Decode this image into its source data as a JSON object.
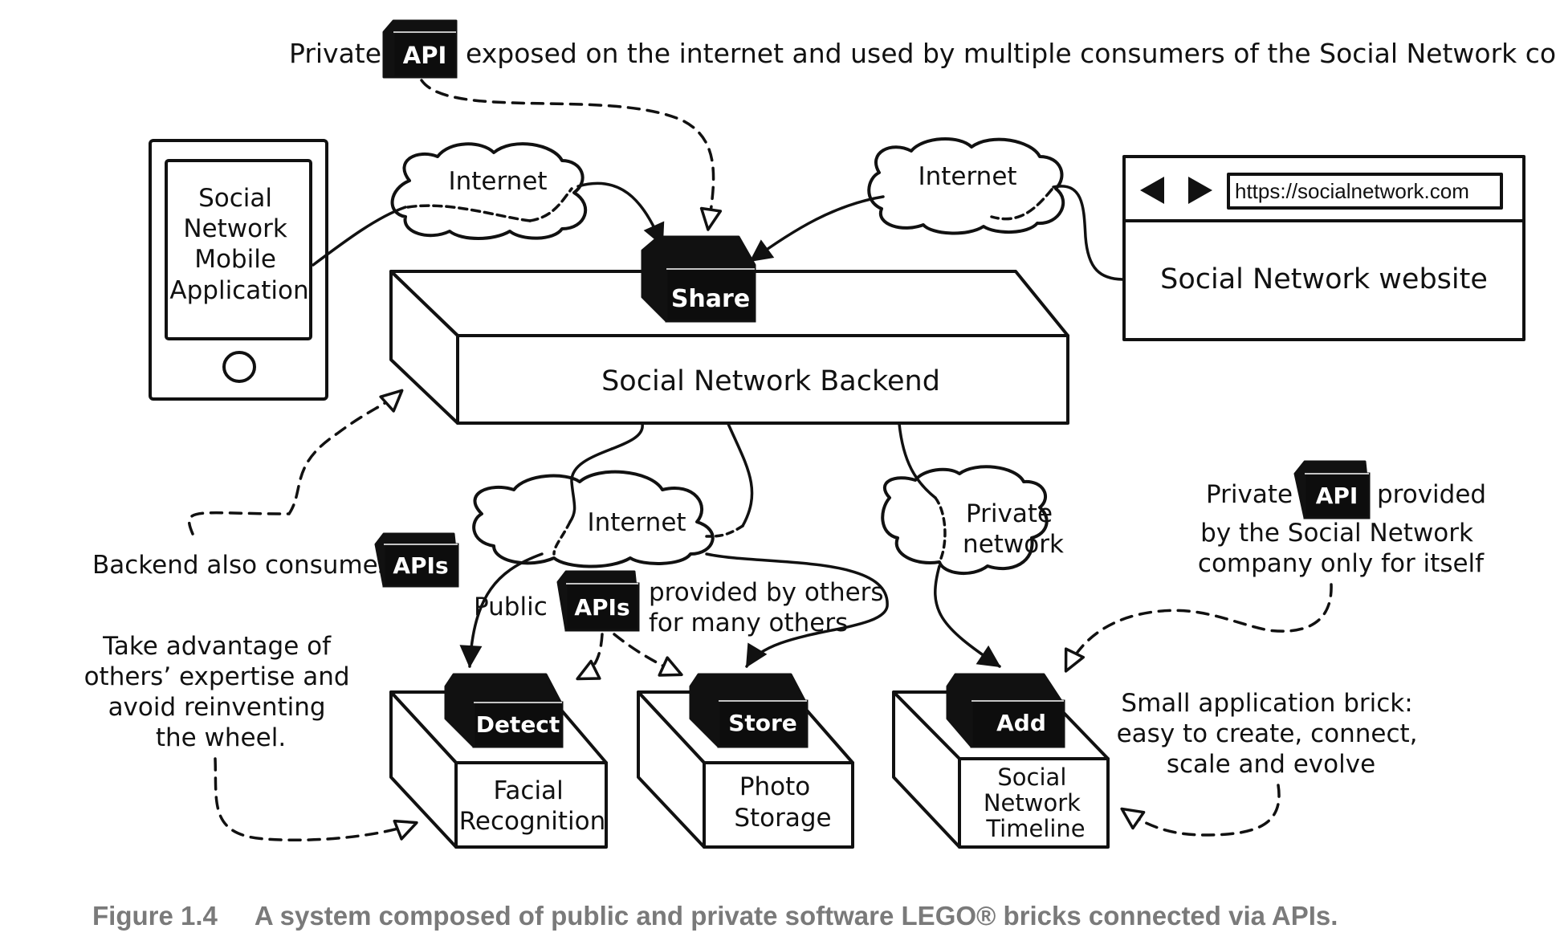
{
  "top_note": {
    "prefix": "Private",
    "badge": "API",
    "suffix": "exposed on the internet and used by multiple consumers of the Social Network company"
  },
  "clouds": {
    "left_internet": "Internet",
    "right_internet": "Internet",
    "center_internet": "Internet",
    "private_network": [
      "Private",
      "network"
    ]
  },
  "mobile_app": {
    "label": [
      "Social",
      "Network",
      "Mobile",
      "Application"
    ]
  },
  "website": {
    "url": "https://socialnetwork.com",
    "label": "Social Network website"
  },
  "backend": {
    "label": "Social Network Backend",
    "share_badge": "Share"
  },
  "left_notes": {
    "consumes_prefix": "Backend also consumes",
    "consumes_badge": "APIs",
    "advantage": [
      "Take advantage of",
      "others’ expertise and",
      "avoid reinventing",
      "the wheel."
    ]
  },
  "public_note": {
    "prefix": "Public",
    "badge": "APIs",
    "suffix": [
      "provided by others",
      "for many others"
    ]
  },
  "private_note": {
    "prefix": "Private",
    "badge": "API",
    "suffix": "provided",
    "lines": [
      "by the Social Network",
      "company only for itself"
    ]
  },
  "brick_note": [
    "Small application brick:",
    "easy to create, connect,",
    "scale and evolve"
  ],
  "bricks": {
    "facial": {
      "badge": "Detect",
      "label": [
        "Facial",
        "Recognition"
      ]
    },
    "photo": {
      "badge": "Store",
      "label": [
        "Photo",
        "Storage"
      ]
    },
    "timeline": {
      "badge": "Add",
      "label": [
        "Social",
        "Network",
        "Timeline"
      ]
    }
  },
  "caption": {
    "figure": "Figure 1.4",
    "text": "A system composed of public and private software LEGO® bricks connected via APIs."
  }
}
